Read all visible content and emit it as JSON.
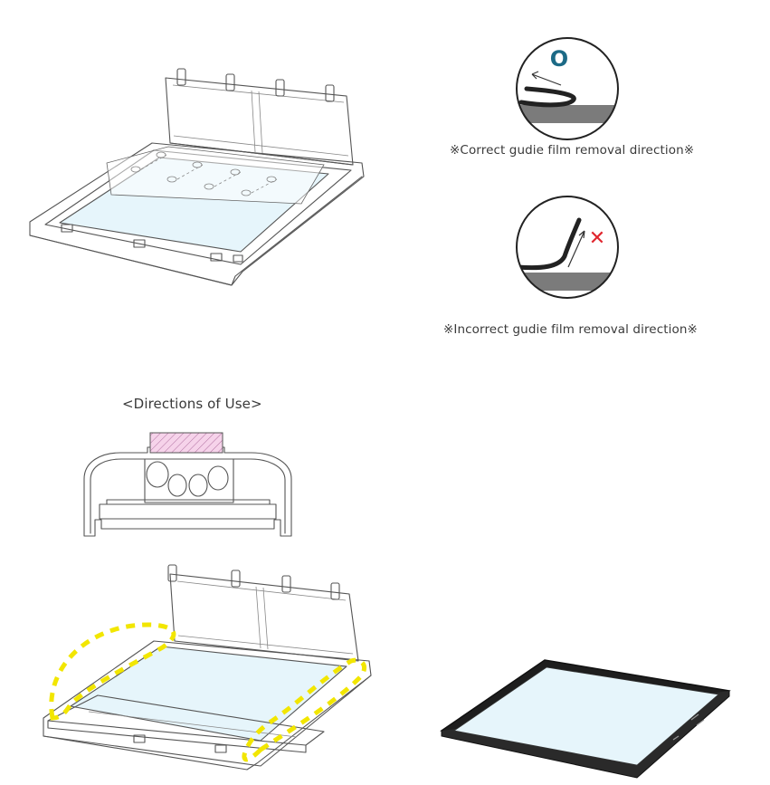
{
  "captions": {
    "correct": "※Correct gudie film removal direction※",
    "incorrect": "※Incorrect gudie film removal direction※",
    "directions": "<Directions of Use>"
  },
  "symbols": {
    "correct_mark": "O",
    "incorrect_mark": "✕"
  },
  "colors": {
    "correct_mark": "#1c6a86",
    "incorrect_mark": "#e0262e",
    "film": "#e6f5fb",
    "highlight_dash": "#f2e600",
    "pad_pink": "#f6d3ea",
    "surface_gray": "#7b7b7b"
  }
}
